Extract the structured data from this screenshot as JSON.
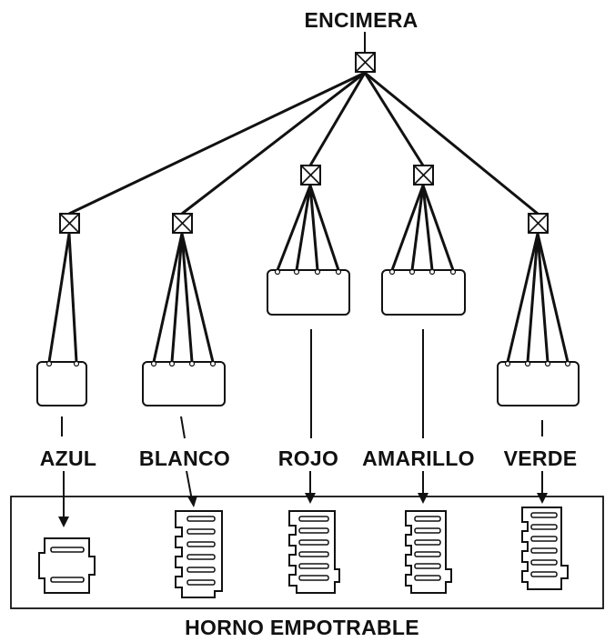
{
  "diagram": {
    "top_label": "ENCIMERA",
    "bottom_label": "HORNO EMPOTRABLE",
    "colors": {
      "line": "#111111",
      "fill": "#ffffff"
    },
    "wires": [
      {
        "label": "AZUL",
        "pins": 2
      },
      {
        "label": "BLANCO",
        "pins": 4
      },
      {
        "label": "ROJO",
        "pins": 4
      },
      {
        "label": "AMARILLO",
        "pins": 4
      },
      {
        "label": "VERDE",
        "pins": 4
      }
    ]
  }
}
